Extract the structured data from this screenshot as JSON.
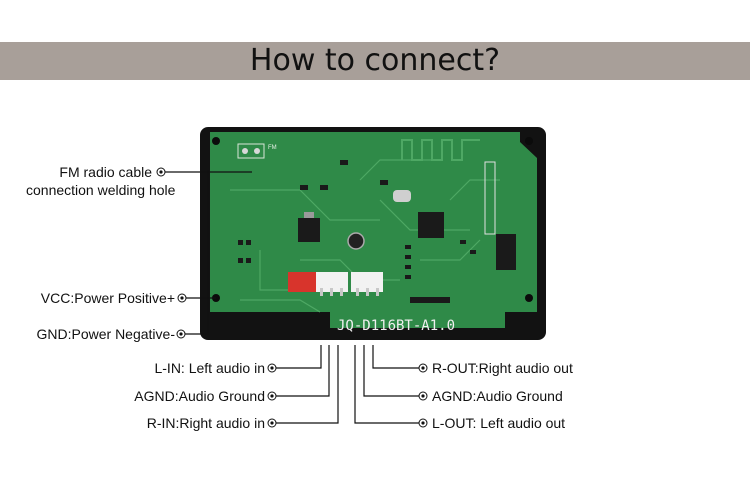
{
  "header": {
    "title": "How to connect?"
  },
  "board": {
    "model": "JQ-D116BT-A1.0",
    "fm_mark": "FM"
  },
  "labels": {
    "fm_cable_line1": "FM radio cable",
    "fm_cable_line2": "connection welding hole",
    "vcc": "VCC:Power Positive+",
    "gnd": "GND:Power Negative-",
    "l_in": "L-IN: Left audio in",
    "agnd_left": "AGND:Audio Ground",
    "r_in": "R-IN:Right audio in",
    "r_out": "R-OUT:Right audio out",
    "agnd_right": "AGND:Audio Ground",
    "l_out": "L-OUT: Left audio out"
  },
  "colors": {
    "banner": "#a89f99",
    "frame": "#121212",
    "pcb": "#2f8a48",
    "connector_power": "#d8342c",
    "connector_audio": "#f2f2f2"
  }
}
